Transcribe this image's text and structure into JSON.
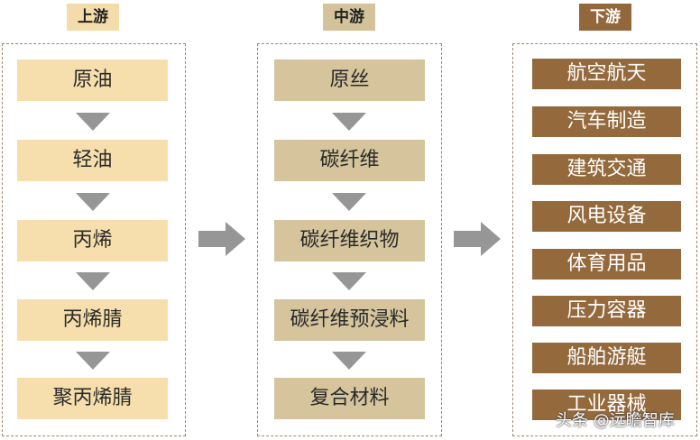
{
  "upstream": {
    "title": "上游",
    "items": [
      "原油",
      "轻油",
      "丙烯",
      "丙烯腈",
      "聚丙烯腈"
    ]
  },
  "midstream": {
    "title": "中游",
    "items": [
      "原丝",
      "碳纤维",
      "碳纤维织物",
      "碳纤维预浸料",
      "复合材料"
    ]
  },
  "downstream": {
    "title": "下游",
    "items": [
      "航空航天",
      "汽车制造",
      "建筑交通",
      "风电设备",
      "体育用品",
      "压力容器",
      "船舶游艇",
      "工业器械"
    ]
  },
  "watermark": "头条 @远瞻智库",
  "colors": {
    "upstream_fill": "#f6dfac",
    "midstream_fill": "#d5c49c",
    "downstream_fill": "#946a3d",
    "arrow_gray": "#969696",
    "dashed_border": "#a48463"
  }
}
